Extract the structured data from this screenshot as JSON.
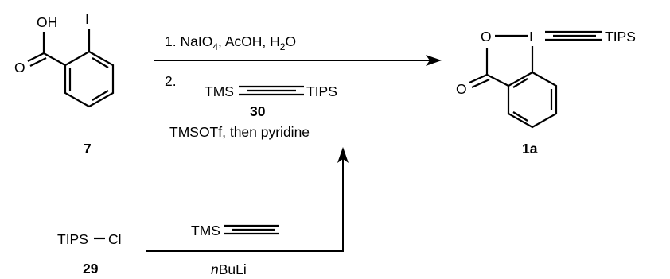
{
  "start_material": {
    "atom_OH": "OH",
    "atom_I": "I",
    "atom_O": "O",
    "number": "7"
  },
  "reaction": {
    "step1_prefix": "1. NaIO",
    "step1_sub": "4",
    "step1_rest": ", AcOH, H",
    "step1_sub2": "2",
    "step1_end": "O",
    "step2_num": "2.",
    "step2_tms": "TMS",
    "step2_tips": "TIPS",
    "step2_compound": "30",
    "step2_conditions": "TMSOTf, then pyridine"
  },
  "product": {
    "atom_O_ring": "O",
    "atom_I": "I",
    "atom_O_carbonyl": "O",
    "tips": "TIPS",
    "number": "1a"
  },
  "lower_reaction": {
    "reagent_tips": "TIPS",
    "reagent_cl": "Cl",
    "reagent_number": "29",
    "above_tms": "TMS",
    "below_prefix": "n",
    "below_rest": "BuLi"
  }
}
